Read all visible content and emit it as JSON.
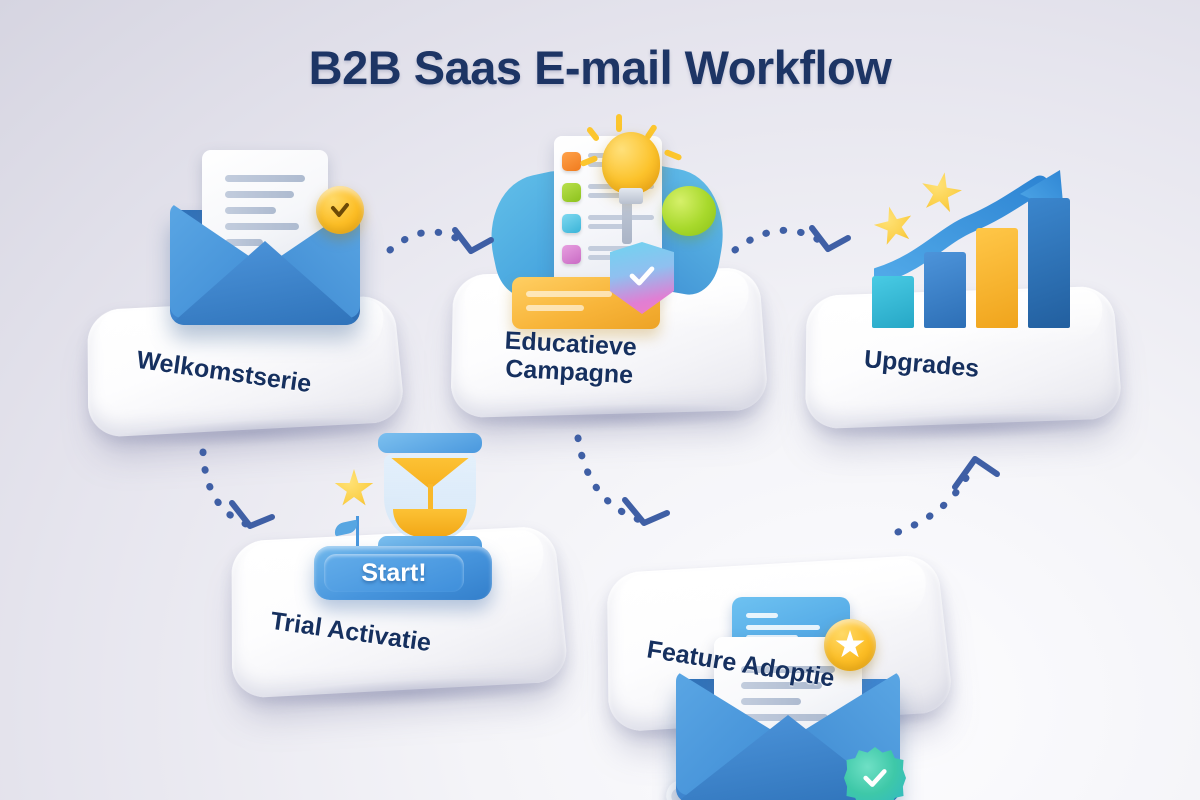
{
  "page": {
    "title": "B2B Saas E-mail Workflow",
    "background_start": "#d6d5e1",
    "background_end": "#fdfdff",
    "title_color": "#1d3565"
  },
  "theme": {
    "accent_blue": "#3d88d0",
    "deep_navy": "#16305f",
    "yellow": "#fcc32c",
    "teal": "#3ec8a8",
    "green": "#a8d92c",
    "pink": "#f07fc4",
    "arrow_color": "#3f5fa5"
  },
  "steps": [
    {
      "id": "welkomstserie",
      "label": "Welkomstserie",
      "icon": "open-envelope-with-letter-icon",
      "badge": "yellow-check-badge"
    },
    {
      "id": "educatieve-campagne",
      "label": "Educatieve\nCampagne",
      "icon": "education-checklist-lightbulb-icon",
      "badge": "gradient-shield-check-badge"
    },
    {
      "id": "upgrades",
      "label": "Upgrades",
      "icon": "growth-bar-chart-arrow-icon",
      "badge": "star-badge"
    },
    {
      "id": "trial-activatie",
      "label": "Trial Activatie",
      "icon": "hourglass-start-button-icon",
      "badge": "yellow-star-sprout",
      "button_label": "Start!"
    },
    {
      "id": "feature-adoptie",
      "label": "Feature Adoptie",
      "icon": "envelope-gear-wrench-icon",
      "badge": "yellow-star-badge"
    }
  ],
  "connectors": [
    {
      "id": "welkomstserie-to-educatieve",
      "style": "dotted-curve",
      "direction": "right"
    },
    {
      "id": "educatieve-to-upgrades",
      "style": "dotted-curve",
      "direction": "right"
    },
    {
      "id": "welkomstserie-to-trial",
      "style": "dotted-curve",
      "direction": "down-right"
    },
    {
      "id": "educatieve-to-feature",
      "style": "dotted-curve",
      "direction": "down-right"
    },
    {
      "id": "feature-to-upgrades",
      "style": "dotted-curve",
      "direction": "up-right"
    }
  ],
  "chart_icon": {
    "type": "bar",
    "values": [
      40,
      58,
      76,
      100
    ],
    "colors": [
      "#2fb6cf",
      "#3b86cd",
      "#f6b12a",
      "#2f6fb5"
    ],
    "stars": 2,
    "trend": "rising-arrow"
  }
}
